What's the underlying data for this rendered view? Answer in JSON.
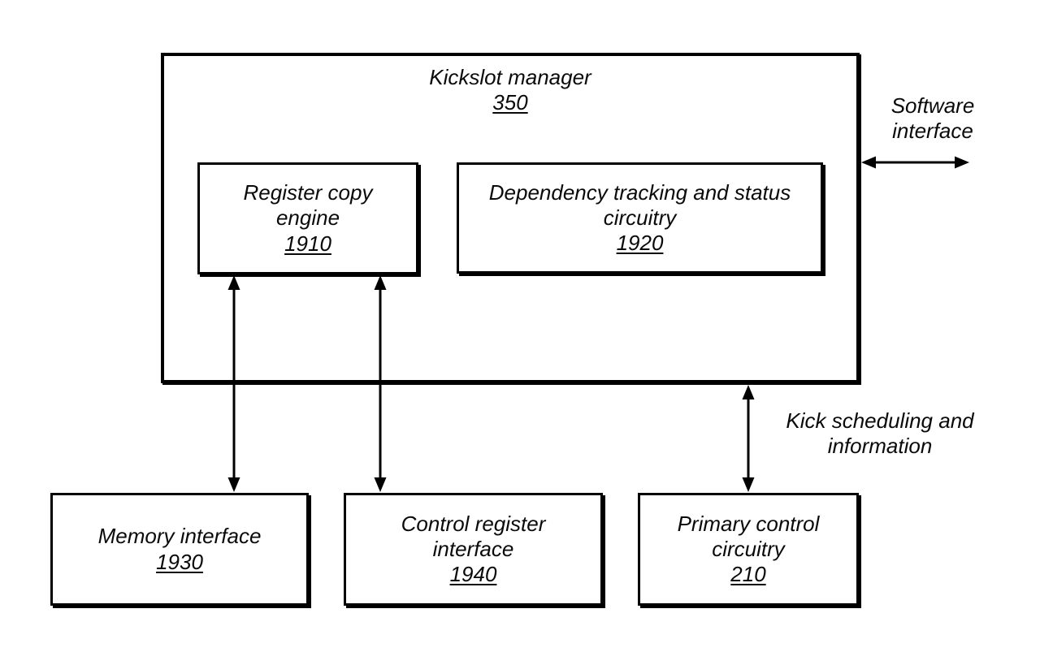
{
  "colors": {
    "background": "#ffffff",
    "line": "#000000",
    "text": "#0a0a0a"
  },
  "boxes": {
    "kickslot": {
      "lines": [
        "Kickslot manager"
      ],
      "ref": "350"
    },
    "register_copy": {
      "lines": [
        "Register copy",
        "engine"
      ],
      "ref": "1910"
    },
    "dependency": {
      "lines": [
        "Dependency tracking and status",
        "circuitry"
      ],
      "ref": "1920"
    },
    "memory": {
      "lines": [
        "Memory interface"
      ],
      "ref": "1930"
    },
    "control_register": {
      "lines": [
        "Control register",
        "interface"
      ],
      "ref": "1940"
    },
    "primary_control": {
      "lines": [
        "Primary control",
        "circuitry"
      ],
      "ref": "210"
    }
  },
  "annotations": {
    "software_interface": {
      "lines": [
        "Software",
        "interface"
      ]
    },
    "kick_scheduling": {
      "lines": [
        "Kick scheduling and",
        "information"
      ]
    }
  }
}
